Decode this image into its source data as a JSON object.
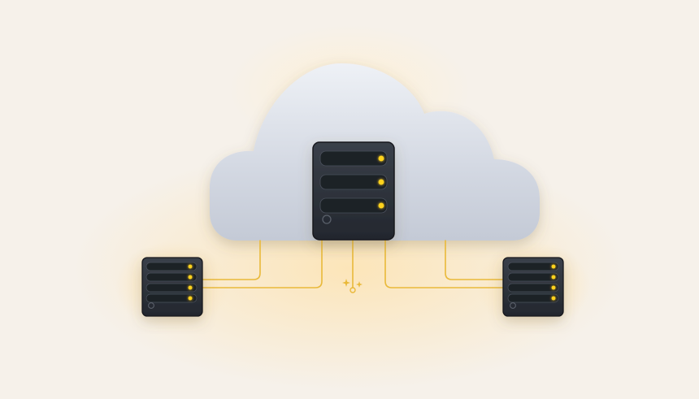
{
  "illustration": {
    "background_color": "#f6f1ea",
    "glow_color": "#fde6b8",
    "cloud_color": "#cdd3de",
    "cloud_highlight_color": "#eef1f6",
    "server_body_color": "#2b3038",
    "server_slot_color": "#1d2128",
    "indicator_color": "#ffd21f",
    "connector_color": "#e9b93a",
    "icons": [
      "cloud-icon",
      "server-icon",
      "sparkle-icon"
    ],
    "servers": [
      {
        "role": "central",
        "slots": 3,
        "lit": 3
      },
      {
        "role": "left",
        "slots": 4,
        "lit": 4
      },
      {
        "role": "right",
        "slots": 4,
        "lit": 4
      }
    ]
  }
}
